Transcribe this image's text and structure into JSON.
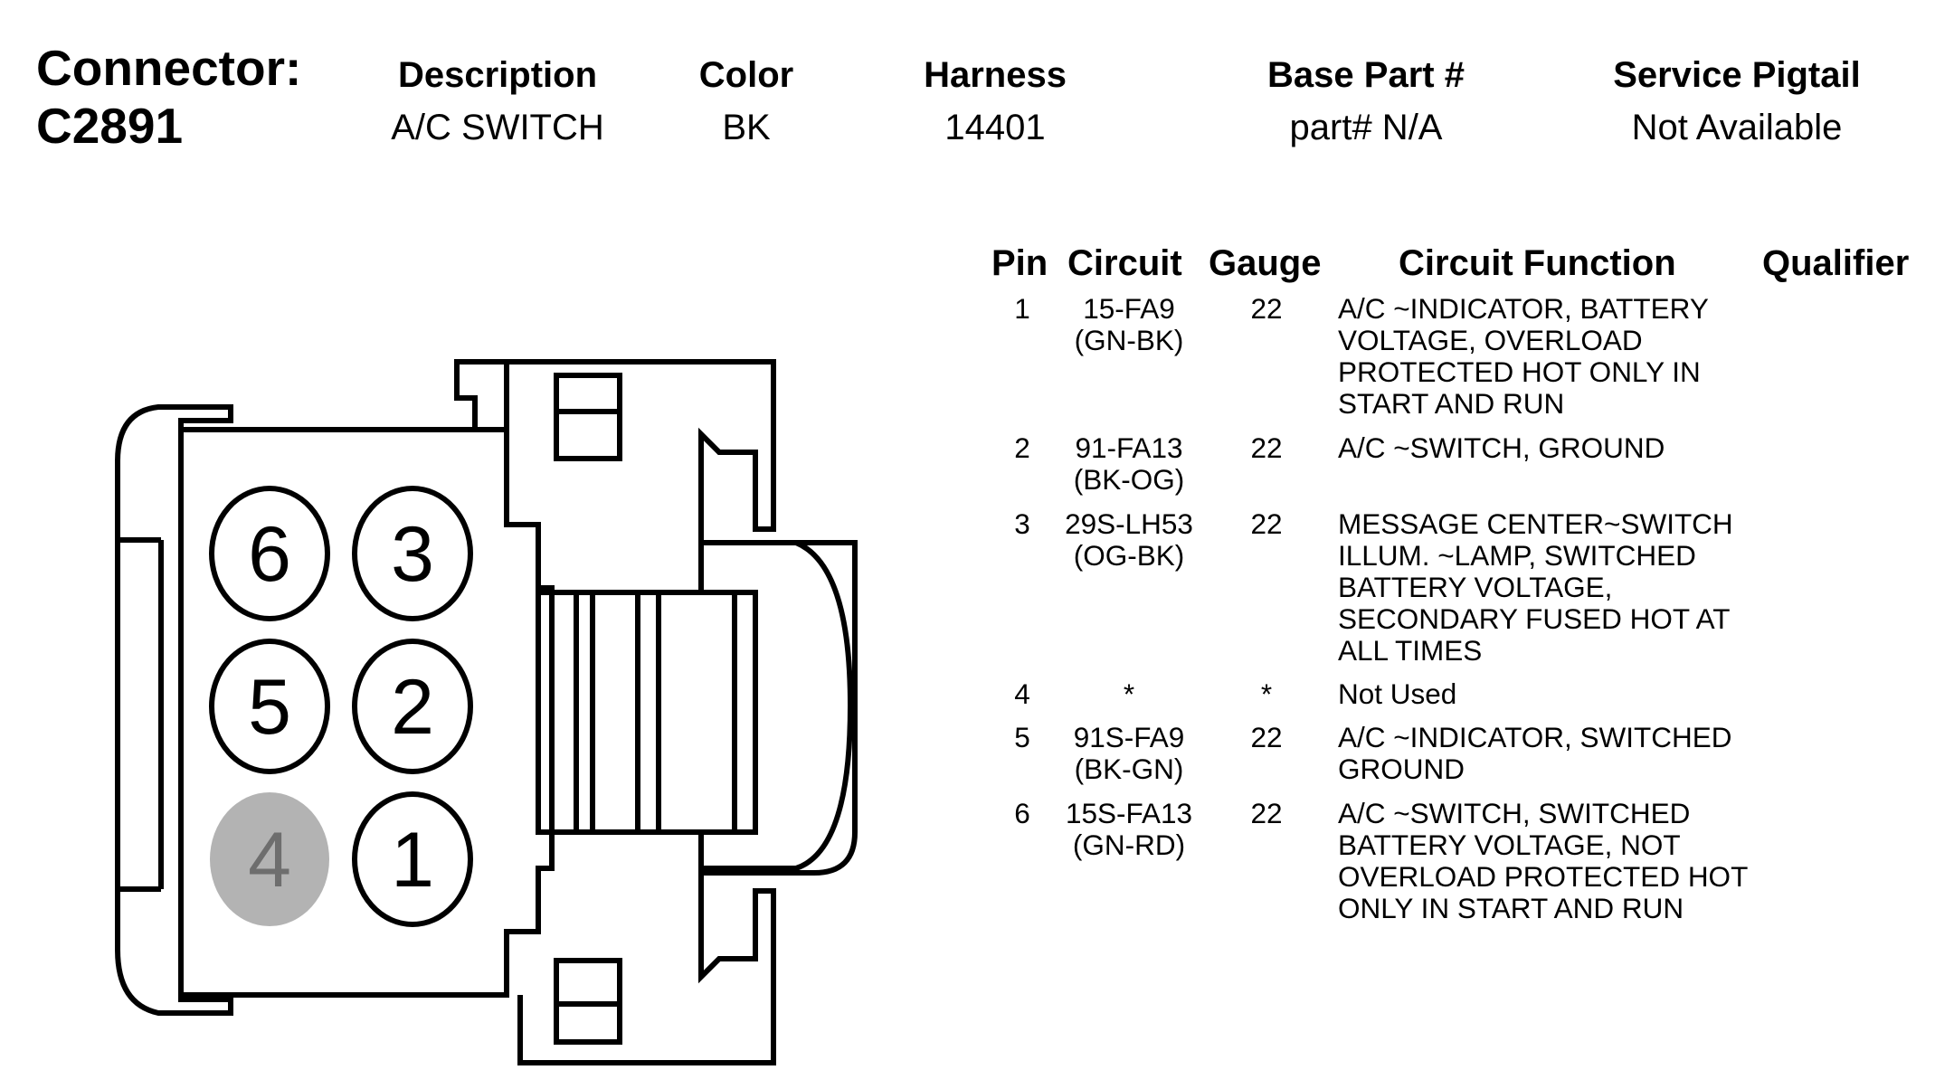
{
  "header": {
    "connector_label": "Connector:",
    "connector_id": "C2891",
    "columns": [
      {
        "label": "Description",
        "value": "A/C SWITCH"
      },
      {
        "label": "Color",
        "value": "BK"
      },
      {
        "label": "Harness",
        "value": "14401"
      },
      {
        "label": "Base Part #",
        "value": "part# N/A"
      },
      {
        "label": "Service Pigtail",
        "value": "Not Available"
      }
    ]
  },
  "pin_table": {
    "headers": {
      "pin": "Pin",
      "circuit": "Circuit",
      "gauge": "Gauge",
      "function": "Circuit Function",
      "qualifier": "Qualifier"
    },
    "rows": [
      {
        "pin": "1",
        "circuit": "15-FA9\n(GN-BK)",
        "gauge": "22",
        "function": "A/C ~INDICATOR, BATTERY\nVOLTAGE, OVERLOAD\nPROTECTED HOT ONLY IN\nSTART AND RUN",
        "qualifier": ""
      },
      {
        "pin": "2",
        "circuit": "91-FA13\n(BK-OG)",
        "gauge": "22",
        "function": "A/C ~SWITCH, GROUND",
        "qualifier": ""
      },
      {
        "pin": "3",
        "circuit": "29S-LH53\n(OG-BK)",
        "gauge": "22",
        "function": "MESSAGE CENTER~SWITCH\nILLUM. ~LAMP, SWITCHED\nBATTERY VOLTAGE,\nSECONDARY FUSED HOT AT\nALL TIMES",
        "qualifier": ""
      },
      {
        "pin": "4",
        "circuit": "*",
        "gauge": "*",
        "function": "Not Used",
        "qualifier": ""
      },
      {
        "pin": "5",
        "circuit": "91S-FA9\n(BK-GN)",
        "gauge": "22",
        "function": "A/C ~INDICATOR, SWITCHED\nGROUND",
        "qualifier": ""
      },
      {
        "pin": "6",
        "circuit": "15S-FA13\n(GN-RD)",
        "gauge": "22",
        "function": "A/C ~SWITCH, SWITCHED\nBATTERY VOLTAGE, NOT\nOVERLOAD PROTECTED HOT\nONLY IN START AND RUN",
        "qualifier": ""
      }
    ]
  },
  "diagram": {
    "cavities": [
      {
        "number": "6",
        "used": true
      },
      {
        "number": "3",
        "used": true
      },
      {
        "number": "5",
        "used": true
      },
      {
        "number": "2",
        "used": true
      },
      {
        "number": "4",
        "used": false
      },
      {
        "number": "1",
        "used": true
      }
    ],
    "colors": {
      "outline": "#000000",
      "unused_fill": "#b3b3b3",
      "unused_text": "#6e6e6e",
      "used_fill": "#ffffff"
    }
  }
}
